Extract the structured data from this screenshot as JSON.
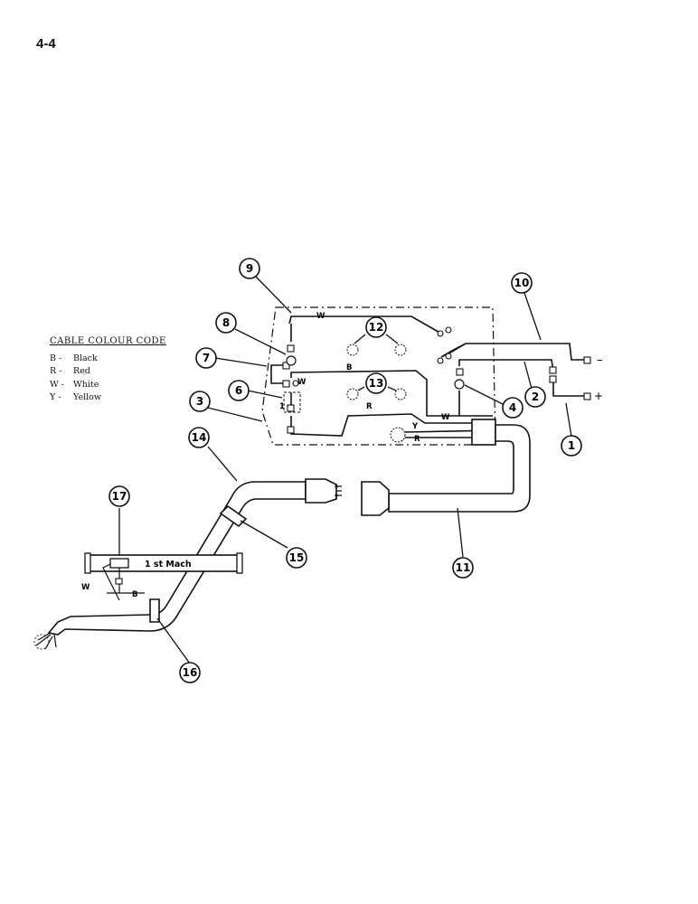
{
  "page": {
    "number": "4-4"
  },
  "legend": {
    "title": "CABLE COLOUR CODE",
    "entries": [
      {
        "code": "B -",
        "name": "Black"
      },
      {
        "code": "R -",
        "name": "Red"
      },
      {
        "code": "W -",
        "name": "White"
      },
      {
        "code": "Y -",
        "name": "Yellow"
      }
    ]
  },
  "wire_labels": {
    "w_top": "W",
    "b_mid": "B",
    "r_mid": "R",
    "w_right": "W",
    "w_small": "W",
    "y_conn": "Y",
    "r_conn": "R",
    "w_left": "W",
    "b_left": "B",
    "one": "1"
  },
  "terminals": {
    "negative": "–",
    "positive": "+"
  },
  "marker_box": {
    "label": "1 st Mach"
  },
  "callouts": [
    "1",
    "2",
    "3",
    "4",
    "6",
    "7",
    "8",
    "9",
    "10",
    "11",
    "12",
    "13",
    "14",
    "15",
    "16",
    "17"
  ]
}
